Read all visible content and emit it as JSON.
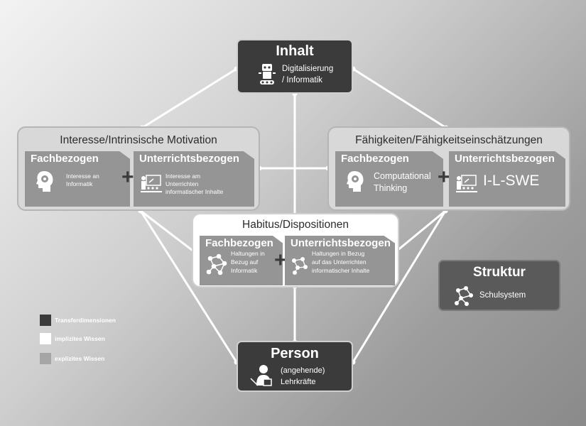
{
  "inhalt": {
    "title": "Inhalt",
    "line1": "Digitalisierung",
    "line2": "/ Informatik"
  },
  "person": {
    "title": "Person",
    "line1": "(angehende)",
    "line2": "Lehrkräfte"
  },
  "struktur": {
    "title": "Struktur",
    "sub": "Schulsystem"
  },
  "interesse": {
    "title": "Interesse/Intrinsische Motivation",
    "fach": {
      "title": "Fachbezogen",
      "desc1": "Interesse an",
      "desc2": "Informatik"
    },
    "unterricht": {
      "title": "Unterrichtsbezogen",
      "desc1": "Interesse am",
      "desc2": "Unterrichten",
      "desc3": "informatischer Inhalte"
    }
  },
  "faehigkeiten": {
    "title": "Fähigkeiten/Fähigkeitseinschätzungen",
    "fach": {
      "title": "Fachbezogen",
      "desc1": "Computational",
      "desc2": "Thinking"
    },
    "unterricht": {
      "title": "Unterrichtsbezogen",
      "desc1": "I-L-SWE"
    }
  },
  "habitus": {
    "title": "Habitus/Dispositionen",
    "fach": {
      "title": "Fachbezogen",
      "desc1": "Haltungen in",
      "desc2": "Bezug auf",
      "desc3": "Informatik"
    },
    "unterricht": {
      "title": "Unterrichtsbezogen",
      "desc1": "Haltungen in Bezug",
      "desc2": "auf das Unterrichten",
      "desc3": "informatischer Inhalte"
    }
  },
  "plus_sign": "+",
  "legend": [
    {
      "label": "Transferdimensionen",
      "color": "#3b3b3b"
    },
    {
      "label": "implizites Wissen",
      "color": "#ffffff"
    },
    {
      "label": "explizites Wissen",
      "color": "#a6a6a6"
    }
  ],
  "colors": {
    "dark": "#3b3b3b",
    "card": "#959595",
    "line": "#ffffff"
  }
}
